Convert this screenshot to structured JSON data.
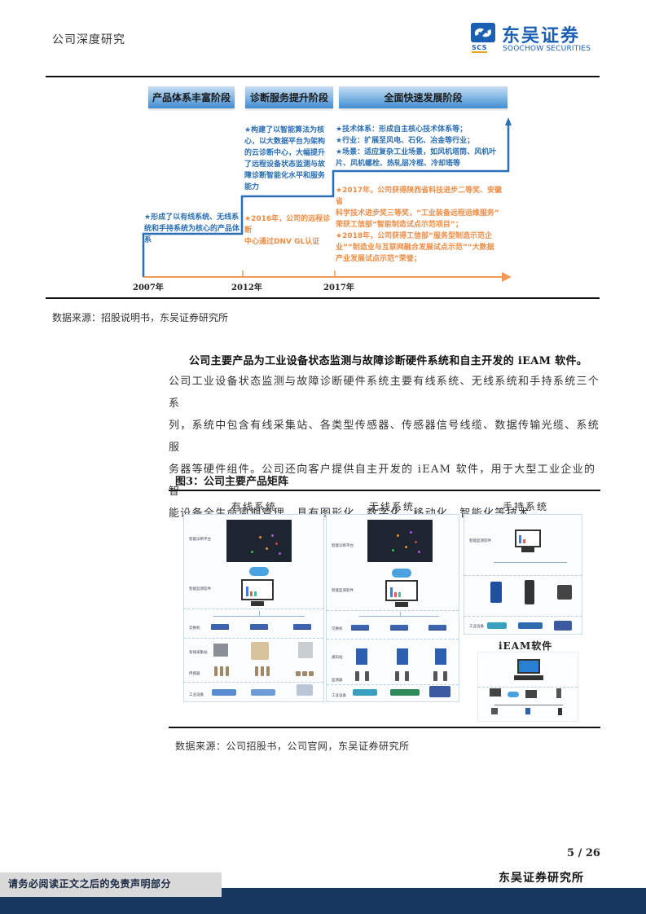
{
  "header": {
    "title": "公司深度研究",
    "logo": {
      "mark": "SCS",
      "name_cn": "东吴证券",
      "name_en": "SOOCHOW SECURITIES",
      "color": "#1b5fb4"
    }
  },
  "timeline_figure": {
    "stages": [
      {
        "label": "产品体系丰富阶段"
      },
      {
        "label": "诊断服务提升阶段"
      },
      {
        "label": "全面快速发展阶段"
      }
    ],
    "years": [
      "2007年",
      "2012年",
      "2017年"
    ],
    "stage1_blue": [
      "★形成了以有线系统、无线系",
      "统和手持系统为核心的产品体",
      "系"
    ],
    "stage2_blue": [
      "★构建了以智能算法为核",
      "心，以大数据平台为架构",
      "的云诊断中心，大幅提升",
      "了远程设备状态监测与故",
      "障诊断智能化水平和服务",
      "能力"
    ],
    "stage2_orange": [
      "★2016年，公司的远程诊断",
      "中心通过DNV GL认证"
    ],
    "stage3_blue": [
      "★技术体系：形成自主核心技术体系等；",
      "★行业：扩展至风电、石化、冶金等行业；",
      "★场景：适应复杂工业场景，如风机塔筒、风机叶",
      "片、风机螺栓、热轧层冷棍、冷却塔等"
    ],
    "stage3_orange": [
      "★2017年，公司获得陕西省科技进步二等奖、安徽省",
      "科学技术进步奖三等奖，“工业装备远程运维服务”",
      "荣获工信部“智能制造试点示范项目”；",
      "★2018年，公司获得工信部“服务型制造示范企",
      "业”“制造业与互联网融合发展试点示范”“大数据",
      "产业发展试点示范”荣誉；"
    ],
    "colors": {
      "blue": "#2b6fb6",
      "orange": "#ef8d46",
      "axis": "#f29a55"
    }
  },
  "source_1": "数据来源：招股说明书，东吴证券研究所",
  "body": {
    "lead": "公司主要产品为工业设备状态监测与故障诊断硬件系统和自主开发的 iEAM 软件。",
    "paragraph_lines": [
      "公司工业设备状态监测与故障诊断硬件系统主要有线系统、无线系统和手持系统三个系",
      "列，系统中包含有线采集站、各类型传感器、传感器信号线缆、数据传输光缆、系统服",
      "务器等硬件组件。公司还向客户提供自主开发的 iEAM 软件，用于大型工业企业的智",
      "能设备全生命周期管理，具有图形化，数字化，移动化，智能化等技术。"
    ]
  },
  "figure3": {
    "title": "图3：公司主要产品矩阵",
    "panels": [
      {
        "label": "有线系统",
        "rows": [
          "智能诊断平台",
          "智能监测软件",
          "交换机",
          "有线采集站",
          "传感器",
          "工业设备"
        ]
      },
      {
        "label": "无线系统",
        "rows": [
          "智能诊断平台",
          "智能监测软件",
          "交换机",
          "通讯站",
          "监测器",
          "工业设备"
        ]
      },
      {
        "label": "手持系统",
        "rows": [
          "智能监测软件",
          "工业设备"
        ]
      }
    ],
    "iEAM_label": "iEAM软件",
    "source": "数据来源：公司招股书，公司官网，东吴证券研究所"
  },
  "footer": {
    "page": "5 / 26",
    "org": "东吴证券研究所",
    "disclaimer": "请务必阅读正文之后的免责声明部分",
    "band_color": "#18375e"
  }
}
